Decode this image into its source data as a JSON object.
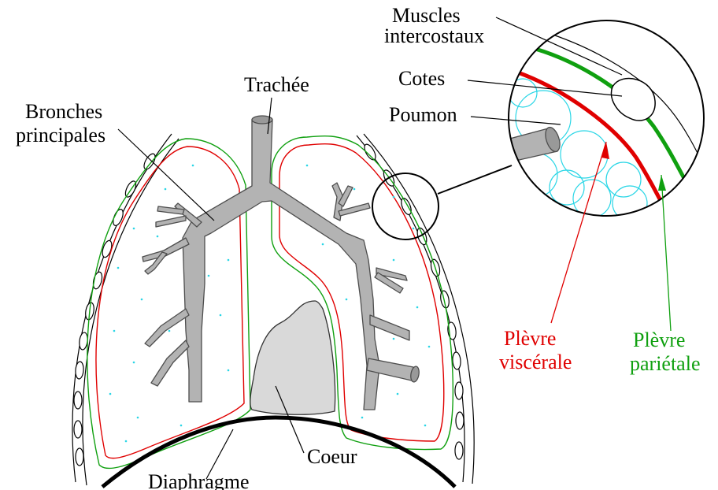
{
  "labels": {
    "muscles_line1": "Muscles",
    "muscles_line2": "intercostaux",
    "trachee": "Trachée",
    "cotes": "Cotes",
    "poumon": "Poumon",
    "bronches_line1": "Bronches",
    "bronches_line2": "principales",
    "plevre_visc_line1": "Plèvre",
    "plevre_visc_line2": "viscérale",
    "plevre_par_line1": "Plèvre",
    "plevre_par_line2": "pariétale",
    "coeur": "Coeur",
    "diaphragme": "Diaphragme"
  },
  "colors": {
    "visceral_pleura": "#e00000",
    "parietal_pleura": "#10a010",
    "bronchial_tree": "#b3b3b3",
    "heart": "#d9d9d9",
    "alveoli": "#2ad6e6"
  }
}
